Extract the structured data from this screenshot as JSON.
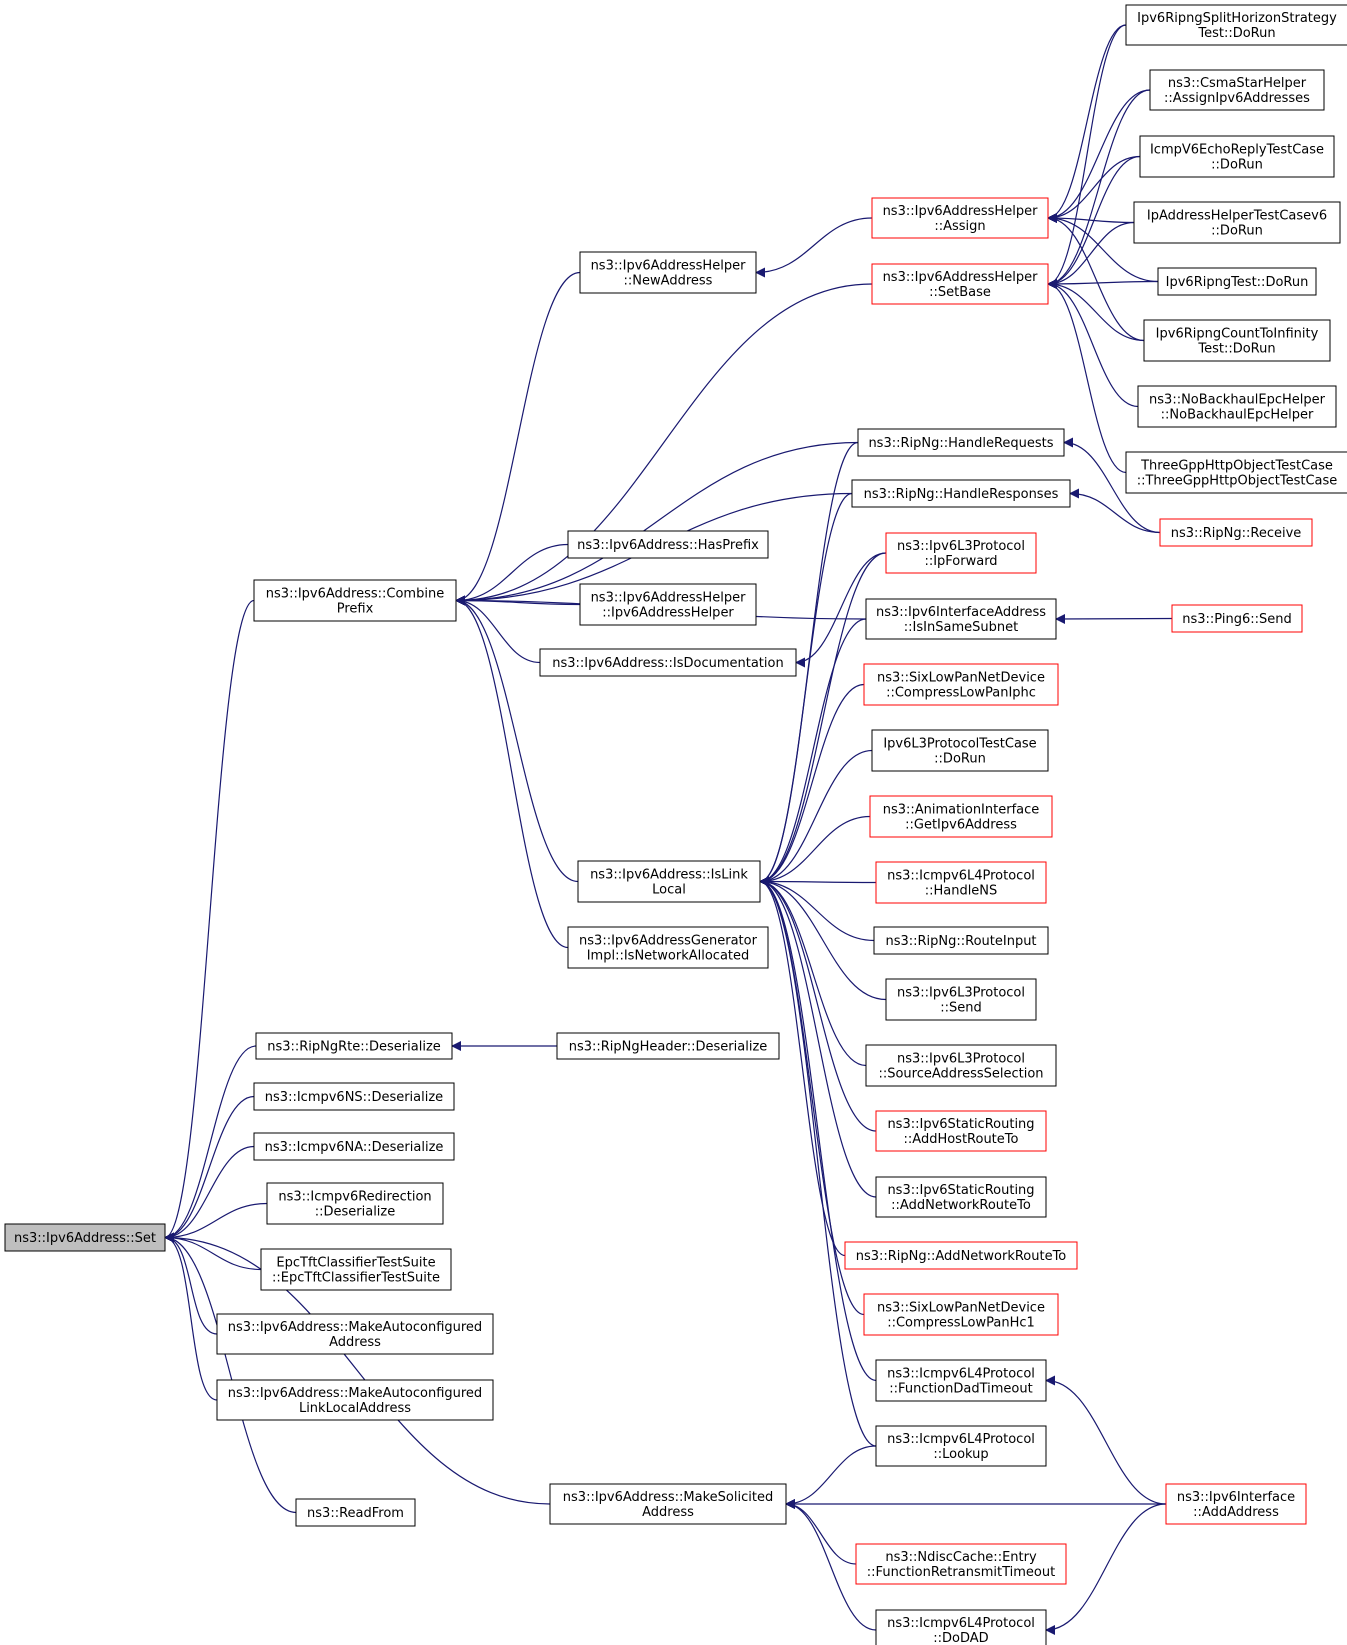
{
  "colors": {
    "edge": "#191970",
    "border_normal": "#000000",
    "border_truncated": "#ff0000",
    "focus_fill": "#bfbfbf",
    "node_fill": "#ffffff"
  },
  "nodes": {
    "set": {
      "lines": [
        "ns3::Ipv6Address::Set"
      ],
      "style": "focus"
    },
    "combine": {
      "lines": [
        "ns3::Ipv6Address::Combine",
        "Prefix"
      ],
      "style": "normal"
    },
    "ripngrte": {
      "lines": [
        "ns3::RipNgRte::Deserialize"
      ],
      "style": "normal"
    },
    "ns": {
      "lines": [
        "ns3::Icmpv6NS::Deserialize"
      ],
      "style": "normal"
    },
    "na": {
      "lines": [
        "ns3::Icmpv6NA::Deserialize"
      ],
      "style": "normal"
    },
    "redir": {
      "lines": [
        "ns3::Icmpv6Redirection",
        "::Deserialize"
      ],
      "style": "normal"
    },
    "epc": {
      "lines": [
        "EpcTftClassifierTestSuite",
        "::EpcTftClassifierTestSuite"
      ],
      "style": "normal"
    },
    "autoaddr": {
      "lines": [
        "ns3::Ipv6Address::MakeAutoconfigured",
        "Address"
      ],
      "style": "normal"
    },
    "autoll": {
      "lines": [
        "ns3::Ipv6Address::MakeAutoconfigured",
        "LinkLocalAddress"
      ],
      "style": "normal"
    },
    "readfrom": {
      "lines": [
        "ns3::ReadFrom"
      ],
      "style": "normal"
    },
    "solicited": {
      "lines": [
        "ns3::Ipv6Address::MakeSolicited",
        "Address"
      ],
      "style": "normal"
    },
    "newaddress": {
      "lines": [
        "ns3::Ipv6AddressHelper",
        "::NewAddress"
      ],
      "style": "normal"
    },
    "hasprefix": {
      "lines": [
        "ns3::Ipv6Address::HasPrefix"
      ],
      "style": "normal"
    },
    "helperctor": {
      "lines": [
        "ns3::Ipv6AddressHelper",
        "::Ipv6AddressHelper"
      ],
      "style": "normal"
    },
    "isdoc": {
      "lines": [
        "ns3::Ipv6Address::IsDocumentation"
      ],
      "style": "normal"
    },
    "islink": {
      "lines": [
        "ns3::Ipv6Address::IsLink",
        "Local"
      ],
      "style": "normal"
    },
    "netalloc": {
      "lines": [
        "ns3::Ipv6AddressGenerator",
        "Impl::IsNetworkAllocated"
      ],
      "style": "normal"
    },
    "ripngheader": {
      "lines": [
        "ns3::RipNgHeader::Deserialize"
      ],
      "style": "normal"
    },
    "assign": {
      "lines": [
        "ns3::Ipv6AddressHelper",
        "::Assign"
      ],
      "style": "truncated"
    },
    "setbase": {
      "lines": [
        "ns3::Ipv6AddressHelper",
        "::SetBase"
      ],
      "style": "truncated"
    },
    "handlereq": {
      "lines": [
        "ns3::RipNg::HandleRequests"
      ],
      "style": "normal"
    },
    "handleresp": {
      "lines": [
        "ns3::RipNg::HandleResponses"
      ],
      "style": "normal"
    },
    "ipforward": {
      "lines": [
        "ns3::Ipv6L3Protocol",
        "::IpForward"
      ],
      "style": "truncated"
    },
    "insamesubnet": {
      "lines": [
        "ns3::Ipv6InterfaceAddress",
        "::IsInSameSubnet"
      ],
      "style": "normal"
    },
    "compressiphc": {
      "lines": [
        "ns3::SixLowPanNetDevice",
        "::CompressLowPanIphc"
      ],
      "style": "truncated"
    },
    "l3dorun": {
      "lines": [
        "Ipv6L3ProtocolTestCase",
        "::DoRun"
      ],
      "style": "normal"
    },
    "anim": {
      "lines": [
        "ns3::AnimationInterface",
        "::GetIpv6Address"
      ],
      "style": "truncated"
    },
    "handlens": {
      "lines": [
        "ns3::Icmpv6L4Protocol",
        "::HandleNS"
      ],
      "style": "truncated"
    },
    "routeinput": {
      "lines": [
        "ns3::RipNg::RouteInput"
      ],
      "style": "normal"
    },
    "l3send": {
      "lines": [
        "ns3::Ipv6L3Protocol",
        "::Send"
      ],
      "style": "normal"
    },
    "srcsel": {
      "lines": [
        "ns3::Ipv6L3Protocol",
        "::SourceAddressSelection"
      ],
      "style": "normal"
    },
    "addhost": {
      "lines": [
        "ns3::Ipv6StaticRouting",
        "::AddHostRouteTo"
      ],
      "style": "truncated"
    },
    "addnet": {
      "lines": [
        "ns3::Ipv6StaticRouting",
        "::AddNetworkRouteTo"
      ],
      "style": "normal"
    },
    "ripaddnet": {
      "lines": [
        "ns3::RipNg::AddNetworkRouteTo"
      ],
      "style": "truncated"
    },
    "compresshc1": {
      "lines": [
        "ns3::SixLowPanNetDevice",
        "::CompressLowPanHc1"
      ],
      "style": "truncated"
    },
    "daddto": {
      "lines": [
        "ns3::Icmpv6L4Protocol",
        "::FunctionDadTimeout"
      ],
      "style": "normal"
    },
    "lookup": {
      "lines": [
        "ns3::Icmpv6L4Protocol",
        "::Lookup"
      ],
      "style": "normal"
    },
    "ndisc": {
      "lines": [
        "ns3::NdiscCache::Entry",
        "::FunctionRetransmitTimeout"
      ],
      "style": "truncated"
    },
    "dodad": {
      "lines": [
        "ns3::Icmpv6L4Protocol",
        "::DoDAD"
      ],
      "style": "normal"
    },
    "splith": {
      "lines": [
        "Ipv6RipngSplitHorizonStrategy",
        "Test::DoRun"
      ],
      "style": "normal"
    },
    "csma": {
      "lines": [
        "ns3::CsmaStarHelper",
        "::AssignIpv6Addresses"
      ],
      "style": "normal"
    },
    "echo": {
      "lines": [
        "IcmpV6EchoReplyTestCase",
        "::DoRun"
      ],
      "style": "normal"
    },
    "iphelper": {
      "lines": [
        "IpAddressHelperTestCasev6",
        "::DoRun"
      ],
      "style": "normal"
    },
    "ripngtest": {
      "lines": [
        "Ipv6RipngTest::DoRun"
      ],
      "style": "normal"
    },
    "countinf": {
      "lines": [
        "Ipv6RipngCountToInfinity",
        "Test::DoRun"
      ],
      "style": "normal"
    },
    "nobackhaul": {
      "lines": [
        "ns3::NoBackhaulEpcHelper",
        "::NoBackhaulEpcHelper"
      ],
      "style": "normal"
    },
    "threegpp": {
      "lines": [
        "ThreeGppHttpObjectTestCase",
        "::ThreeGppHttpObjectTestCase"
      ],
      "style": "normal"
    },
    "receive": {
      "lines": [
        "ns3::RipNg::Receive"
      ],
      "style": "truncated"
    },
    "ping6": {
      "lines": [
        "ns3::Ping6::Send"
      ],
      "style": "truncated"
    },
    "addaddress": {
      "lines": [
        "ns3::Ipv6Interface",
        "::AddAddress"
      ],
      "style": "truncated"
    }
  },
  "edges": [
    [
      "combine",
      "set"
    ],
    [
      "ripngrte",
      "set"
    ],
    [
      "ns",
      "set"
    ],
    [
      "na",
      "set"
    ],
    [
      "redir",
      "set"
    ],
    [
      "epc",
      "set"
    ],
    [
      "autoaddr",
      "set"
    ],
    [
      "autoll",
      "set"
    ],
    [
      "readfrom",
      "set"
    ],
    [
      "solicited",
      "set"
    ],
    [
      "newaddress",
      "combine"
    ],
    [
      "setbase",
      "combine"
    ],
    [
      "handlereq",
      "combine"
    ],
    [
      "handleresp",
      "combine"
    ],
    [
      "hasprefix",
      "combine"
    ],
    [
      "helperctor",
      "combine"
    ],
    [
      "isdoc",
      "combine"
    ],
    [
      "insamesubnet",
      "combine"
    ],
    [
      "islink",
      "combine"
    ],
    [
      "netalloc",
      "combine"
    ],
    [
      "assign",
      "newaddress"
    ],
    [
      "splith",
      "assign"
    ],
    [
      "csma",
      "assign"
    ],
    [
      "echo",
      "assign"
    ],
    [
      "iphelper",
      "assign"
    ],
    [
      "ripngtest",
      "assign"
    ],
    [
      "countinf",
      "assign"
    ],
    [
      "splith",
      "setbase"
    ],
    [
      "csma",
      "setbase"
    ],
    [
      "echo",
      "setbase"
    ],
    [
      "iphelper",
      "setbase"
    ],
    [
      "ripngtest",
      "setbase"
    ],
    [
      "countinf",
      "setbase"
    ],
    [
      "nobackhaul",
      "setbase"
    ],
    [
      "threegpp",
      "setbase"
    ],
    [
      "receive",
      "handlereq"
    ],
    [
      "receive",
      "handleresp"
    ],
    [
      "ping6",
      "insamesubnet"
    ],
    [
      "ipforward",
      "isdoc"
    ],
    [
      "ripngheader",
      "ripngrte"
    ],
    [
      "handlereq",
      "islink"
    ],
    [
      "handleresp",
      "islink"
    ],
    [
      "ipforward",
      "islink"
    ],
    [
      "insamesubnet",
      "islink"
    ],
    [
      "compressiphc",
      "islink"
    ],
    [
      "l3dorun",
      "islink"
    ],
    [
      "anim",
      "islink"
    ],
    [
      "handlens",
      "islink"
    ],
    [
      "routeinput",
      "islink"
    ],
    [
      "l3send",
      "islink"
    ],
    [
      "srcsel",
      "islink"
    ],
    [
      "addhost",
      "islink"
    ],
    [
      "addnet",
      "islink"
    ],
    [
      "ripaddnet",
      "islink"
    ],
    [
      "compresshc1",
      "islink"
    ],
    [
      "daddto",
      "islink"
    ],
    [
      "lookup",
      "islink"
    ],
    [
      "lookup",
      "solicited"
    ],
    [
      "addaddress",
      "solicited"
    ],
    [
      "ndisc",
      "solicited"
    ],
    [
      "dodad",
      "solicited"
    ],
    [
      "addaddress",
      "daddto"
    ],
    [
      "addaddress",
      "dodad"
    ]
  ]
}
